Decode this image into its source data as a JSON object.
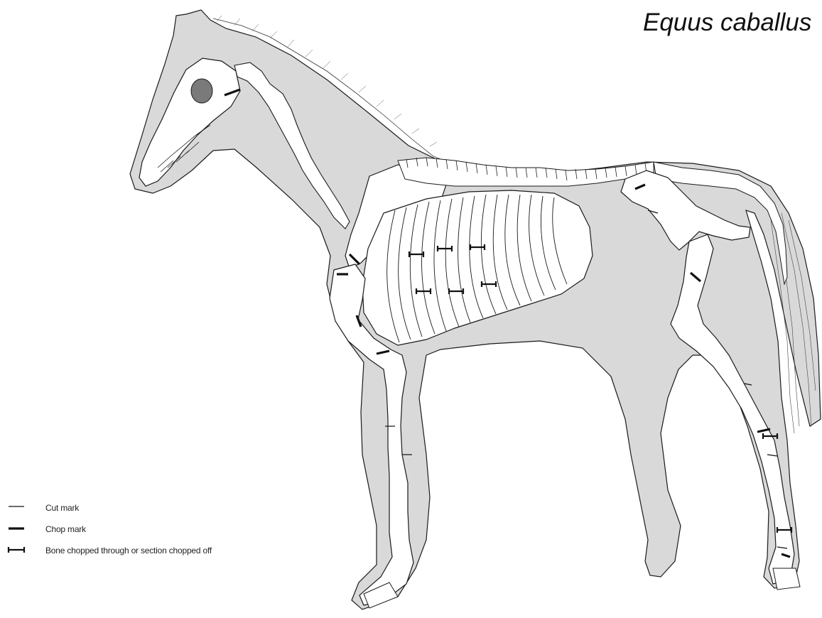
{
  "title": "Equus caballus",
  "legend": [
    {
      "symbol": "cut",
      "label": "Cut mark"
    },
    {
      "symbol": "chop",
      "label": "Chop mark"
    },
    {
      "symbol": "chopped-through",
      "label": "Bone chopped through or section chopped off"
    }
  ],
  "colors": {
    "body_fill": "#d9d9d9",
    "bone_fill": "#ffffff",
    "outline": "#1a1a1a",
    "eye_fill": "#7a7a7a",
    "mark": "#111111"
  }
}
